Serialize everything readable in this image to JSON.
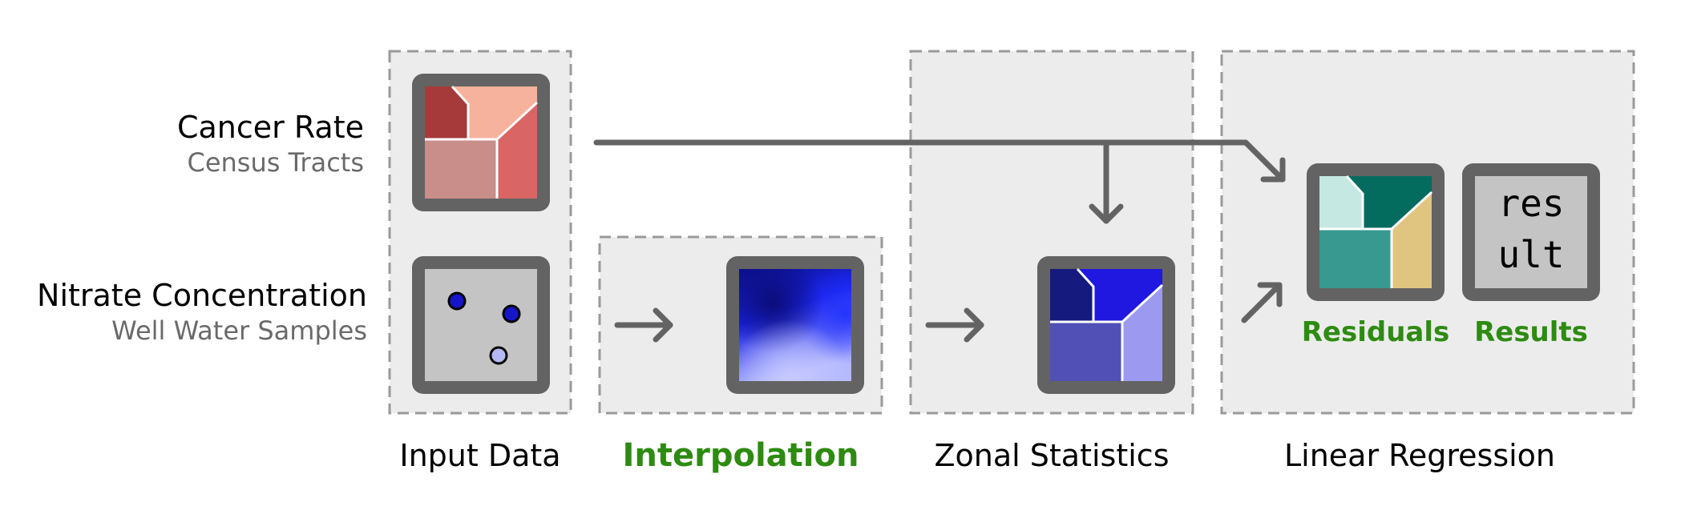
{
  "inputs": {
    "cancer": {
      "title": "Cancer Rate",
      "subtitle": "Census Tracts"
    },
    "nitrate": {
      "title": "Nitrate Concentration",
      "subtitle": "Well Water Samples"
    }
  },
  "stages": {
    "input_data": "Input Data",
    "interpolation": "Interpolation",
    "zonal_statistics": "Zonal Statistics",
    "linear_regression": "Linear Regression"
  },
  "outputs": {
    "residuals": "Residuals",
    "results": "Results",
    "result_line1": "res",
    "result_line2": "ult"
  },
  "colors": {
    "panel_bg": "#ececec",
    "panel_border": "#9a9a9a",
    "frame": "#636363",
    "arrow": "#636363",
    "highlight_green": "#2e8b12",
    "primary_text": "#000000",
    "secondary_text": "#6a6a6a",
    "cancer_colors": [
      "#a63a3a",
      "#f6b29c",
      "#c98e8a",
      "#d96565"
    ],
    "zonal_colors": [
      "#151a7e",
      "#2018e0",
      "#5150b7",
      "#9b9af0"
    ],
    "residual_colors": [
      "#c6e8e2",
      "#046b5f",
      "#379990",
      "#e0c580"
    ]
  }
}
